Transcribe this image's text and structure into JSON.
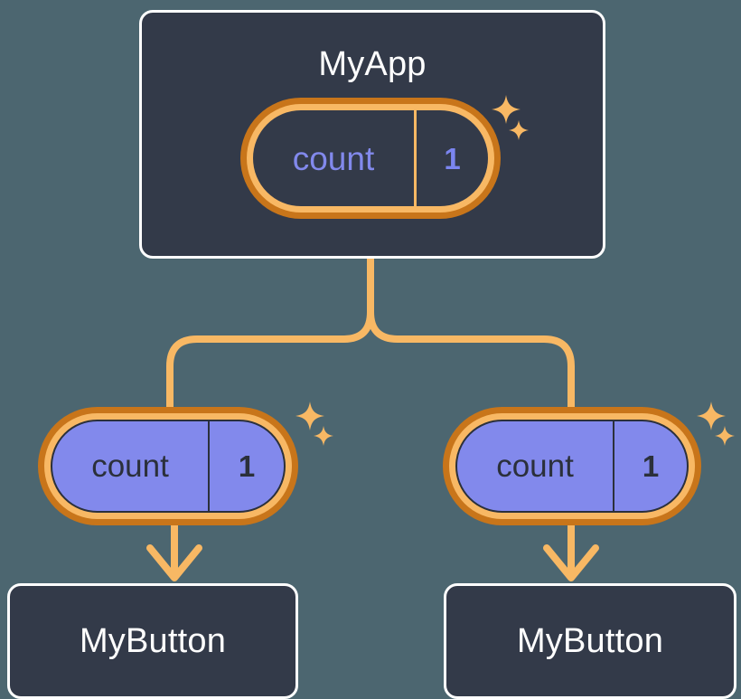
{
  "theme": {
    "background": "#4c6670",
    "card_fill": "#333a49",
    "card_border": "#ffffff",
    "card_title_color": "#ffffff",
    "wire_color": "#f8b864",
    "ring_outer": "#c8751a",
    "ring_inner": "#f8b864",
    "state_fill_leaf": "#8289ec",
    "state_text_leaf": "#2b303b",
    "state_text_root": "#8289ec",
    "sparkle_color": "#f8b864"
  },
  "diagram": {
    "type": "component-tree",
    "root": {
      "name": "card-myapp",
      "title": "MyApp",
      "state": {
        "key": "count",
        "value": "1"
      }
    },
    "branches": [
      {
        "name": "branch-left",
        "state": {
          "key": "count",
          "value": "1"
        },
        "child": {
          "name": "card-btn-left",
          "title": "MyButton"
        }
      },
      {
        "name": "branch-right",
        "state": {
          "key": "count",
          "value": "1"
        },
        "child": {
          "name": "card-btn-right",
          "title": "MyButton"
        }
      }
    ],
    "icons": {
      "sparkle_large": "sparkle-icon",
      "sparkle_small": "sparkle-small-icon",
      "arrow": "arrow-down-icon"
    }
  }
}
